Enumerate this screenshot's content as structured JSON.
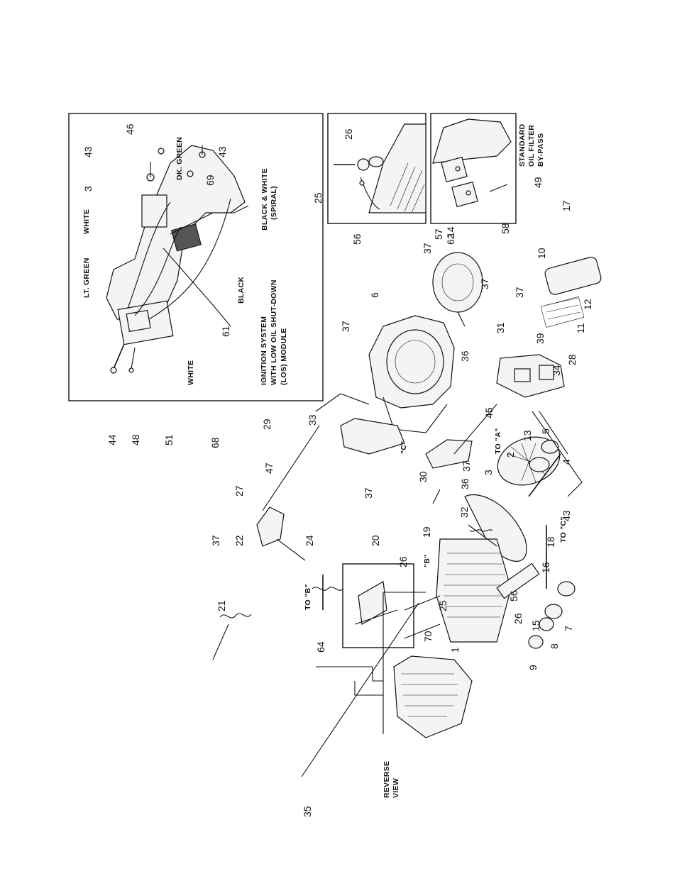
{
  "captions": {
    "ignition_system": "IGNITION SYSTEM",
    "with_los": "WITH LOW OIL SHUT-DOWN",
    "los_module": "(LOS) MODULE",
    "lt_green": "LT. GREEN",
    "white_top": "WHITE",
    "dk_green": "DK. GREEN",
    "white_left": "WHITE",
    "black": "BLACK",
    "black_white": "BLACK & WHITE",
    "spiral": "(SPIRAL)",
    "standard": "STANDARD",
    "oil_filter": "OIL FILTER",
    "by_pass": "BY-PASS",
    "reverse": "REVERSE",
    "view": "VIEW",
    "to_b": "TO \"B\"",
    "to_a": "TO \"A\"",
    "to_c": "TO \"C\"",
    "ref_b": "\"B\"",
    "ref_c": "\"C\""
  },
  "callouts": {
    "n1": "1",
    "n2": "2",
    "n3": "3",
    "n4": "4",
    "n5": "5",
    "n6": "6",
    "n7": "7",
    "n8": "8",
    "n9": "9",
    "n10": "10",
    "n11": "11",
    "n12": "12",
    "n13": "13",
    "n14": "14",
    "n15": "15",
    "n16": "16",
    "n17": "17",
    "n18": "18",
    "n19": "19",
    "n20": "20",
    "n21": "21",
    "n22": "22",
    "n24": "24",
    "n25": "25",
    "n26": "26",
    "n27": "27",
    "n28": "28",
    "n29": "29",
    "n30": "30",
    "n31": "31",
    "n32": "32",
    "n33": "33",
    "n34": "34",
    "n35": "35",
    "n36": "36",
    "n37": "37",
    "n39": "39",
    "n43": "43",
    "n44": "44",
    "n45": "45",
    "n46": "46",
    "n47": "47",
    "n48": "48",
    "n49": "49",
    "n51": "51",
    "n56": "56",
    "n57": "57",
    "n58": "58",
    "n61": "61",
    "n62": "62",
    "n64": "64",
    "n68": "68",
    "n69": "69",
    "n70": "70"
  }
}
